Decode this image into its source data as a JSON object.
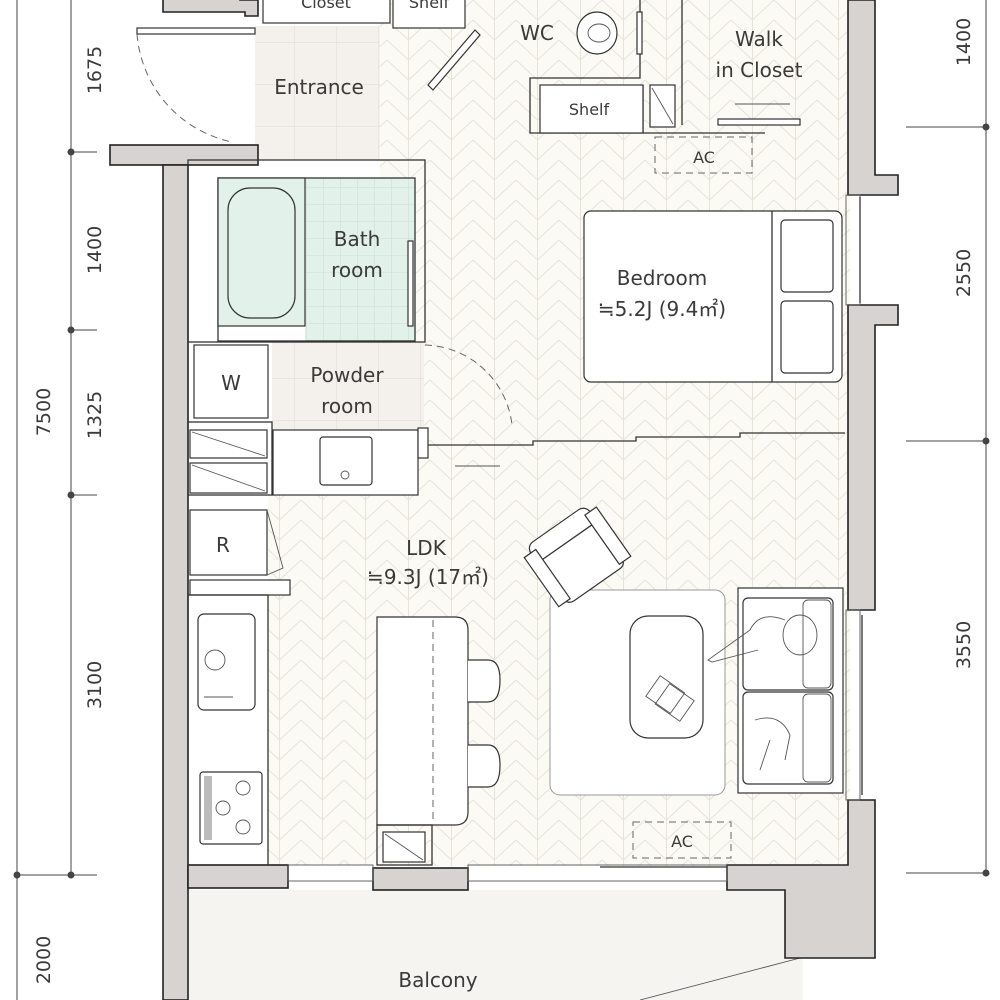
{
  "rooms": {
    "closet": "Closet",
    "shelf_top": "Shelf",
    "wc": "WC",
    "walk_in_closet_line1": "Walk",
    "walk_in_closet_line2": "in Closet",
    "shelf": "Shelf",
    "ac_bedroom": "AC",
    "entrance": "Entrance",
    "bath_line1": "Bath",
    "bath_line2": "room",
    "bedroom": "Bedroom",
    "bedroom_area": "≒5.2J (9.4㎡)",
    "washer": "W",
    "powder_line1": "Powder",
    "powder_line2": "room",
    "fridge": "R",
    "ldk": "LDK",
    "ldk_area": "≒9.3J (17㎡)",
    "ac_ldk": "AC",
    "balcony": "Balcony"
  },
  "dimensions": {
    "left_total": "7500",
    "left_balcony": "2000",
    "left_segments": [
      "1675",
      "1400",
      "1325",
      "3100"
    ],
    "right_segments": [
      "1400",
      "2550",
      "3550"
    ]
  },
  "colors": {
    "wall": "#d6d3d0",
    "floor": "#fbfaf4",
    "floor_pattern": "#e6e3d8",
    "tile": "#f4f1ec",
    "bath_tile": "#e2f1ea",
    "balcony": "#f6f4f1"
  }
}
